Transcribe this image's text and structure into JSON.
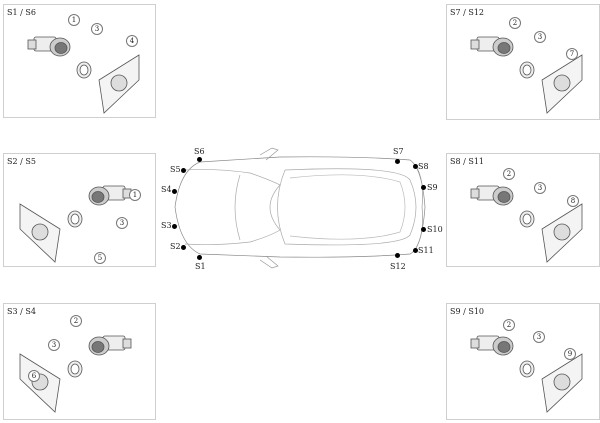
{
  "panels": [
    {
      "title": "S1 / S6",
      "callouts": [
        "1",
        "3",
        "4"
      ]
    },
    {
      "title": "S2 / S5",
      "callouts": [
        "1",
        "3",
        "5"
      ]
    },
    {
      "title": "S3 / S4",
      "callouts": [
        "2",
        "3",
        "6"
      ]
    },
    {
      "title": "S7 / S12",
      "callouts": [
        "2",
        "3",
        "7"
      ]
    },
    {
      "title": "S8 / S11",
      "callouts": [
        "2",
        "3",
        "8"
      ]
    },
    {
      "title": "S9 / S10",
      "callouts": [
        "2",
        "3",
        "9"
      ]
    }
  ],
  "sensors": [
    "S1",
    "S2",
    "S3",
    "S4",
    "S5",
    "S6",
    "S7",
    "S8",
    "S9",
    "S10",
    "S11",
    "S12"
  ]
}
